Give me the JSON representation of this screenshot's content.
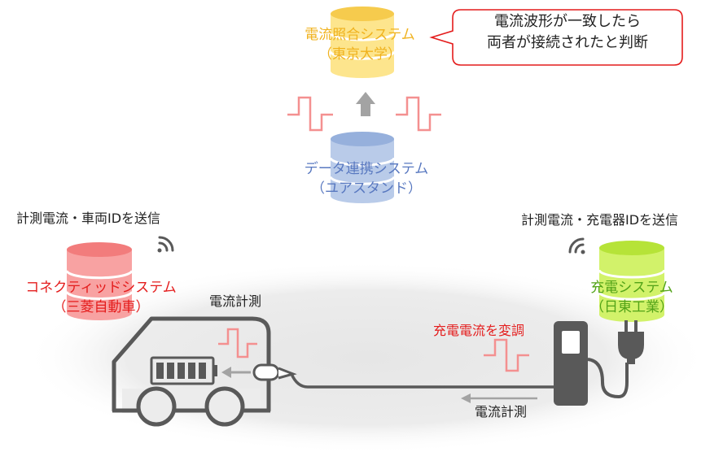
{
  "colors": {
    "gold": "#f0b21e",
    "blue": "#5878c0",
    "red": "#e41c1c",
    "green": "#52a318",
    "text": "#222222",
    "pink": "#f49090",
    "icon": "#595959"
  },
  "matching_system": {
    "name": "電流照合システム",
    "org": "（東京大学）"
  },
  "callout": {
    "line1": "電流波形が一致したら",
    "line2": "両者が接続されたと判断"
  },
  "data_system": {
    "name": "データ連携システム",
    "org": "（ユアスタンド）"
  },
  "vehicle_side": {
    "send_label": "計測電流・車両IDを送信",
    "system_name": "コネクティッドシステム",
    "org": "（三菱自動車）",
    "measure_label": "電流計測"
  },
  "charger_side": {
    "send_label": "計測電流・充電器IDを送信",
    "system_name": "充電システム",
    "org": "（日東工業）",
    "modulate_label": "充電電流を変調",
    "measure_label": "電流計測"
  },
  "icons": [
    "database-icon",
    "wifi-signal-icon",
    "electric-car-icon",
    "battery-icon",
    "charging-station-icon",
    "plug-icon",
    "current-waveform-icon",
    "arrow-up-icon",
    "arrow-left-icon"
  ]
}
